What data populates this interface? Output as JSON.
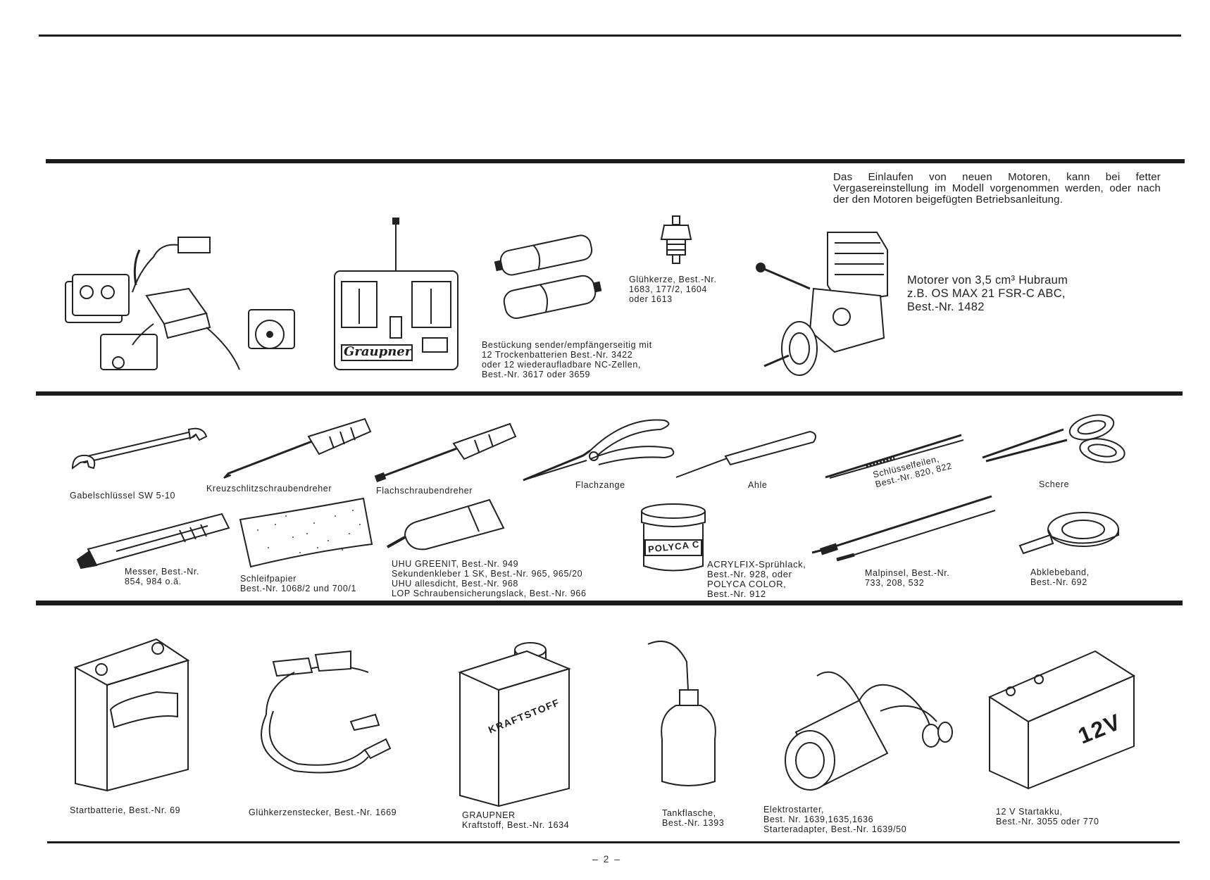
{
  "intro_text": "Das Einlaufen von neuen Motoren, kann bei fetter Vergasereinstellung im Modell vorgenommen werden, oder nach der den Motoren beigefügten Betriebsanleitung.",
  "engine_note": {
    "line1": "Motorer von 3,5 cm³ Hubraum",
    "line2": "z.B. OS MAX 21 FSR-C ABC,",
    "line3": "Best.-Nr. 1482"
  },
  "transmitter_brand": "Graupner",
  "row1": {
    "gluehkerze": [
      "Glühkerze, Best.-Nr.",
      "1683, 177/2, 1604",
      "oder 1613"
    ],
    "bestueckung": [
      "Bestückung sender/empfängerseitig mit",
      "12 Trockenbatterien Best.-Nr. 3422",
      "oder 12 wiederaufladbare NC-Zellen,",
      "Best.-Nr. 3617 oder 3659"
    ]
  },
  "row2": {
    "gabelschluessel": "Gabelschlüssel SW 5-10",
    "kreuzschlitz": "Kreuzschlitzschraubendreher",
    "flachschrauben": "Flachschraubendreher",
    "flachzange": "Flachzange",
    "ahle": "Ahle",
    "schluesselfeilen": [
      "Schlüsselfeilen,",
      "Best.-Nr. 820, 822"
    ],
    "schere": "Schere"
  },
  "row3": {
    "messer": [
      "Messer, Best.-Nr.",
      "854, 984 o.ä."
    ],
    "schleifpapier": [
      "Schleifpapier",
      "Best.-Nr. 1068/2 und 700/1"
    ],
    "uhu": [
      "UHU GREENIT, Best.-Nr. 949",
      "Sekundenkleber 1 SK, Best.-Nr. 965, 965/20",
      "UHU allesdicht, Best.-Nr. 968",
      "LOP Schraubensicherungslack, Best.-Nr. 966"
    ],
    "acrylfix": [
      "ACRYLFIX-Sprühlack,",
      "Best.-Nr. 928, oder",
      "POLYCA COLOR,",
      "Best.-Nr. 912"
    ],
    "polyca_label": "POLYCA C",
    "malpinsel": [
      "Malpinsel, Best.-Nr.",
      "733, 208, 532"
    ],
    "abklebeband": [
      "Abklebeband,",
      "Best.-Nr. 692"
    ]
  },
  "row4": {
    "startbatterie": "Startbatterie, Best.-Nr. 69",
    "gluehkerzenstecker": "Glühkerzenstecker, Best.-Nr. 1669",
    "graupner_kraftstoff": [
      "GRAUPNER",
      "Kraftstoff, Best.-Nr. 1634"
    ],
    "can_label": "KRAFTSTOFF",
    "tankflasche": [
      "Tankflasche,",
      "Best.-Nr. 1393"
    ],
    "elektrostarter": [
      "Elektrostarter,",
      "Best. Nr. 1639,1635,1636",
      "Starteradapter, Best.-Nr. 1639/50"
    ],
    "startakku": [
      "12 V Startakku,",
      "Best.-Nr. 3055 oder 770"
    ],
    "akku_label": "12V"
  },
  "page_number": "– 2 –"
}
